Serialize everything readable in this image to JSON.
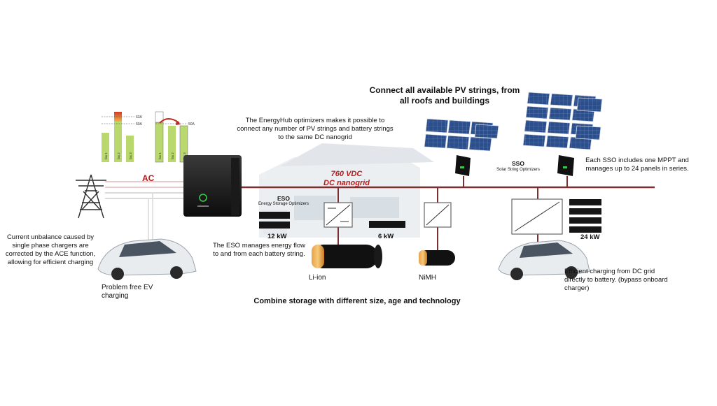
{
  "headline_pv": "Connect all available PV strings, from all roofs and buildings",
  "energyhub_note": "The EnergyHub optimizers makes it possible to connect any number of PV strings and battery strings to the same DC nanogrid",
  "ac_label": "AC",
  "dc_bus": {
    "voltage": "760 VDC",
    "name": "DC nanogrid"
  },
  "eso": {
    "title": "ESO",
    "subtitle": "Energy Storage Optimizers"
  },
  "sso": {
    "title": "SSO",
    "subtitle": "Solar String Optimizers"
  },
  "sso_note": "Each SSO includes one MPPT and manages up to 24 panels in series.",
  "eso_note": "The ESO manages energy flow to and from each battery string.",
  "ace_note": "Current unbalance caused by single phase chargers are corrected by the ACE function, allowing for efficient charging",
  "ev_left_label": "Problem free EV charging",
  "ev_right_label": "Efficient charging from DC grid directly to battery. (bypass onboard charger)",
  "storage": [
    {
      "power": "12 kW"
    },
    {
      "power": "6 kW"
    },
    {
      "power": "24 kW"
    }
  ],
  "batteries": {
    "liion": "Li-ion",
    "nimh": "NiMH"
  },
  "footer": "Combine storage with different size, age and technology",
  "phase_charts": [
    {
      "phases": [
        "fas 1",
        "fas 2",
        "fas 3"
      ],
      "levels": [
        "63A",
        "50A"
      ]
    },
    {
      "phases": [
        "fas 1",
        "fas 2",
        "fas 3"
      ],
      "levels": [
        "50A"
      ]
    }
  ],
  "colors": {
    "bus": "#7b2f2f",
    "accent_red": "#b51d1d",
    "bar_green": "#b9d86d",
    "panel_blue": "#1f3a6b"
  },
  "icons": [
    "power-pylon-icon",
    "inverter-icon",
    "solar-panel-icon",
    "optimizer-icon",
    "battery-cell-icon",
    "car-icon",
    "house-icon"
  ]
}
